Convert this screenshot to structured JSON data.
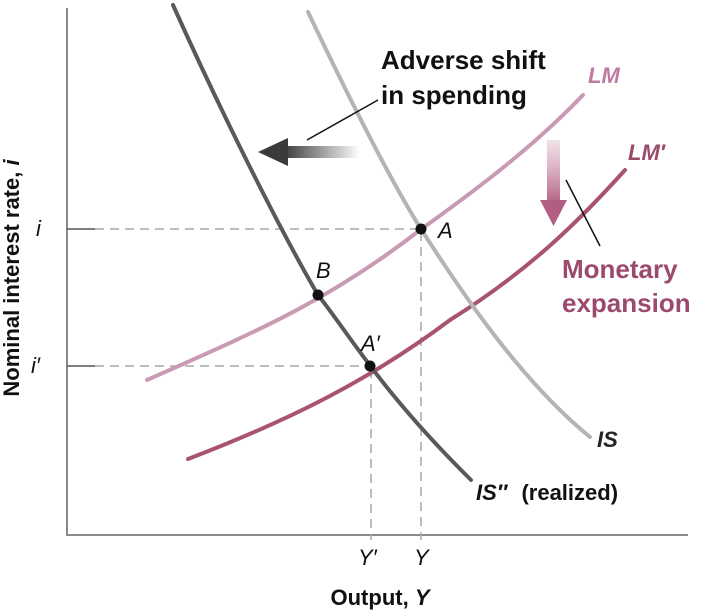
{
  "axes": {
    "y_label": "Nominal interest rate, ",
    "y_var": "i",
    "x_label": "Output, ",
    "x_var": "Y",
    "y_ticks": [
      "i",
      "i′"
    ],
    "x_ticks": [
      "Y′",
      "Y"
    ]
  },
  "curves": {
    "is_label": "IS",
    "is_realized_label": "IS″",
    "is_realized_note": "(realized)",
    "lm_label": "LM",
    "lm_prime_label": "LM′"
  },
  "points": {
    "a": "A",
    "b": "B",
    "a_prime": "A′"
  },
  "annotations": {
    "adverse_line1": "Adverse shift",
    "adverse_line2": "in spending",
    "monetary_line1": "Monetary",
    "monetary_line2": "expansion"
  },
  "colors": {
    "is": "#b4b4b4",
    "is_realized": "#595959",
    "lm": "#c99ab3",
    "lm_prime": "#a8536f",
    "label_magenta": "#9c4a6c"
  }
}
